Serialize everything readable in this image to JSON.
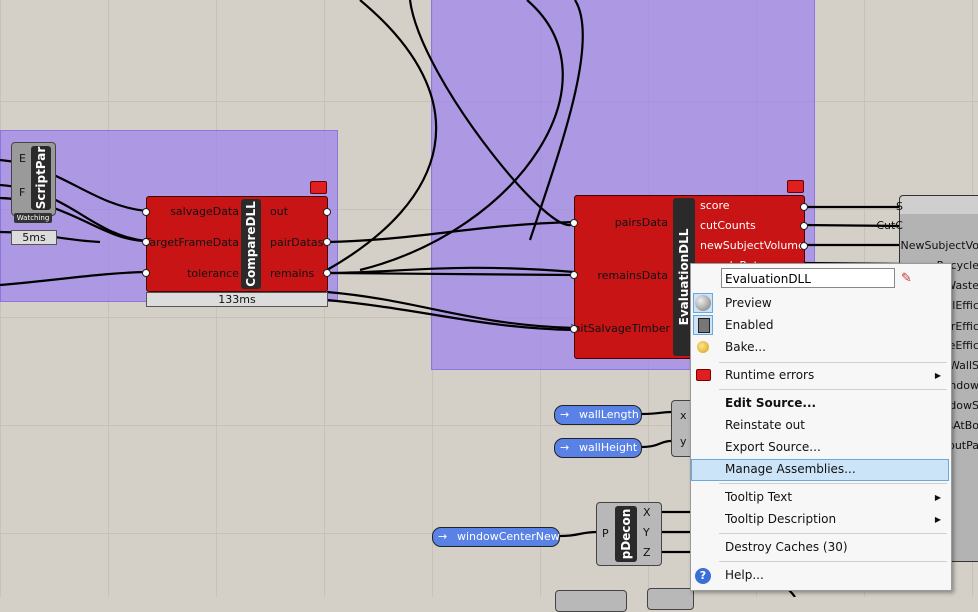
{
  "script_param": {
    "label": "ScriptPar",
    "port_e": "E",
    "port_f": "F",
    "status": "Watching",
    "timer": "5ms"
  },
  "compare_dll": {
    "title": "CompareDLL",
    "inputs": [
      "salvageData",
      "TargetFrameData",
      "tolerance"
    ],
    "outputs": [
      "out",
      "pairDatas",
      "remains"
    ],
    "timer": "133ms"
  },
  "evaluation_dll": {
    "title": "EvaluationDLL",
    "inputs": [
      "pairsData",
      "remainsData",
      "initSalvageTimber"
    ],
    "outputs": [
      "score",
      "cutCounts",
      "newSubjectVolume",
      "recycleRate"
    ]
  },
  "right_panel": {
    "items": [
      "S",
      "CutC",
      "NewSubjectVo",
      "Recycle",
      "Waste",
      "alEffic",
      "orEffic",
      "eEffic",
      "WallS",
      "indow",
      "ndowS",
      "sAtBo",
      "putPa"
    ]
  },
  "sliders": [
    {
      "name": "wallLength",
      "icon": "arrow-right-icon"
    },
    {
      "name": "wallHeight",
      "icon": "arrow-right-icon"
    },
    {
      "name": "windowCenterNew",
      "icon": "arrow-right-icon"
    }
  ],
  "xy_comp": {
    "x": "x",
    "y": "y"
  },
  "pdecon": {
    "title": "pDecon",
    "input": "P",
    "outputs": [
      "X",
      "Y",
      "Z"
    ]
  },
  "context_menu": {
    "name_field": "EvaluationDLL",
    "items": {
      "preview": "Preview",
      "enabled": "Enabled",
      "bake": "Bake...",
      "runtime_errors": "Runtime errors",
      "edit_source": "Edit Source...",
      "reinstate_out": "Reinstate out",
      "export_source": "Export Source...",
      "manage_assemblies": "Manage Assemblies...",
      "tooltip_text": "Tooltip Text",
      "tooltip_description": "Tooltip Description",
      "destroy_caches": "Destroy Caches (30)",
      "help": "Help..."
    }
  },
  "colors": {
    "component_red": "#c81414",
    "group_purple": "#997df0",
    "slider_blue": "#5a82e6",
    "highlight": "#cce4f7"
  }
}
